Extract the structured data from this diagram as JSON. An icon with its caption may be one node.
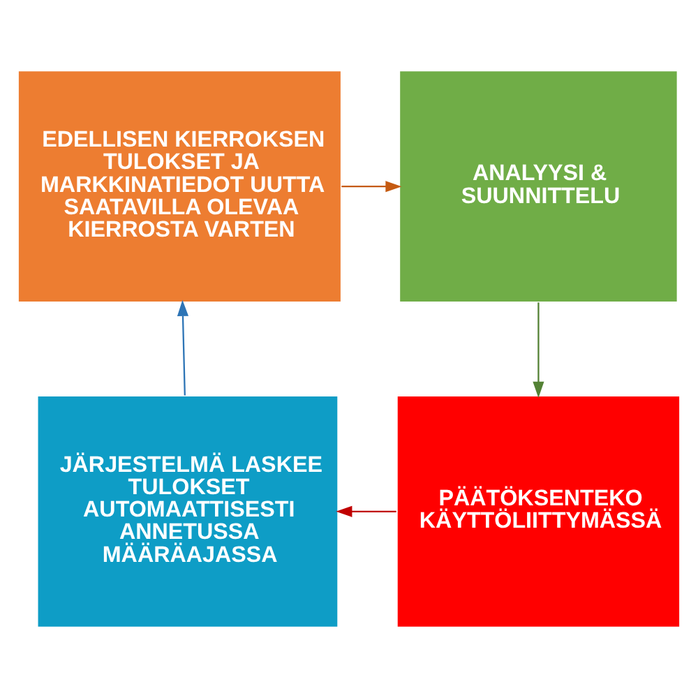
{
  "diagram": {
    "nodes": [
      {
        "text": [
          "EDELLISEN KIERROKSEN TULOKSET JA MARKKINATIEDOT UUTTA SAATAVILLA OLEVAA KIERROSTA VARTEN"
        ]
      },
      {
        "text": [
          "ANALYYSI & SUUNNITTELU"
        ]
      },
      {
        "text": [
          "PÄÄTÖKSENTEKO KÄYTTÖLIITTYMÄSSÄ"
        ]
      },
      {
        "text": [
          "JÄRJESTELMÄ LASKEE TULOKSET AUTOMAATTISESTI ANNETUSSA MÄÄRÄAJASSA"
        ]
      }
    ],
    "edges": [
      {
        "from": 0,
        "to": 1,
        "arrow": "to",
        "color": "#c55a11"
      },
      {
        "from": 1,
        "to": 2,
        "arrow": "to",
        "color": "#548235"
      },
      {
        "from": 2,
        "to": 3,
        "arrow": "to",
        "color": "#c00000"
      },
      {
        "from": 3,
        "to": 0,
        "arrow": "to",
        "color": "#2e75b6"
      }
    ]
  }
}
